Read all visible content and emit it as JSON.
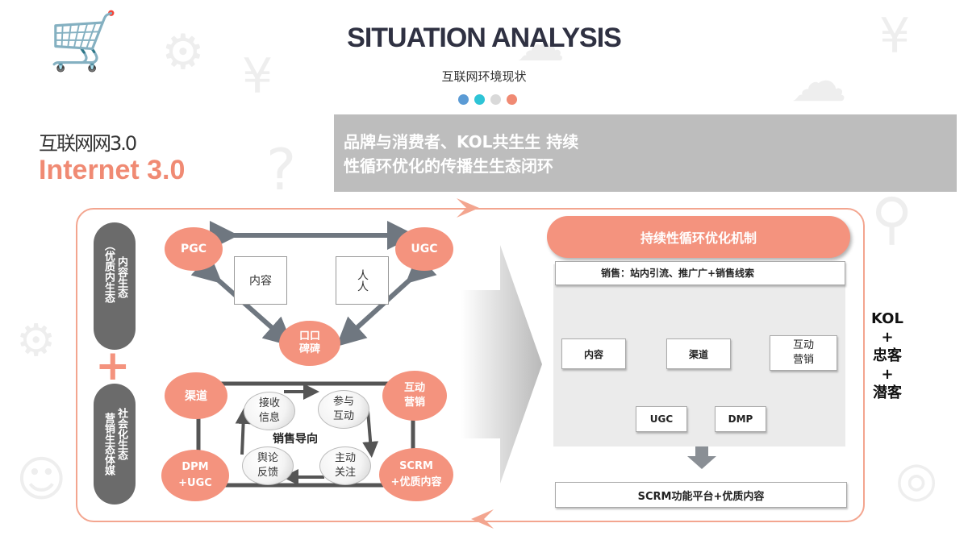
{
  "header": {
    "title": "SITUATION ANALYSIS",
    "subtitle": "互联网环境现状",
    "dot_colors": [
      "#5b9bd5",
      "#2ec4d6",
      "#d9d9d9",
      "#f08a73"
    ]
  },
  "left_titles": {
    "cn": "互联网网3.0",
    "en": "Internet 3.0"
  },
  "banner": {
    "line1": "品牌与消费者、KOL共生生 持续",
    "line2": "性循环优化的传播生生态闭环"
  },
  "left_panel": {
    "pill_top": {
      "main": "内容生态",
      "sub": "（优质内生态"
    },
    "plus": "+",
    "pill_bottom": {
      "main": "社会化生态",
      "sub": "营销生态体媒"
    },
    "top_cluster": {
      "pgc": "PGC",
      "ugc": "UGC",
      "content_box": "内容",
      "people_box": "人人",
      "word_of_mouth_line1": "口口",
      "word_of_mouth_line2": "碑碑"
    },
    "bottom_cluster": {
      "channel": "渠道",
      "interactive_line1": "互动",
      "interactive_line2": "营销",
      "dpm_line1": "DPM",
      "dpm_line2": "+UGC",
      "scrm_line1": "SCRM",
      "scrm_line2": "+优质内容",
      "center_label": "销售导向",
      "spheres": [
        {
          "line1": "接收",
          "line2": "信息"
        },
        {
          "line1": "参与",
          "line2": "互动"
        },
        {
          "line1": "舆论",
          "line2": "反馈"
        },
        {
          "line1": "主动",
          "line2": "关注"
        }
      ]
    }
  },
  "right_panel": {
    "header": "持续性循环优化机制",
    "sales_box": "销售：站内引流、推广广+销售线索",
    "nodes": {
      "content": "内容",
      "channel": "渠道",
      "interactive_line1": "互动",
      "interactive_line2": "营销",
      "ugc": "UGC",
      "dmp": "DMP"
    },
    "bottom_box": "SCRM功能平台+优质内容"
  },
  "side_label": {
    "kol": "KOL",
    "plus1": "+",
    "loyal": "忠客",
    "plus2": "+",
    "potential": "潜客"
  },
  "colors": {
    "accent": "#f08a73",
    "salmon": "#f4937e",
    "dark_gray": "#6b6b6b",
    "arrow_gray": "#6f7780"
  },
  "icons": [
    "cart-icon",
    "yen-icon",
    "question-icon",
    "gear-icon",
    "search-icon",
    "cloud-icon",
    "people-icon",
    "globe-icon"
  ]
}
